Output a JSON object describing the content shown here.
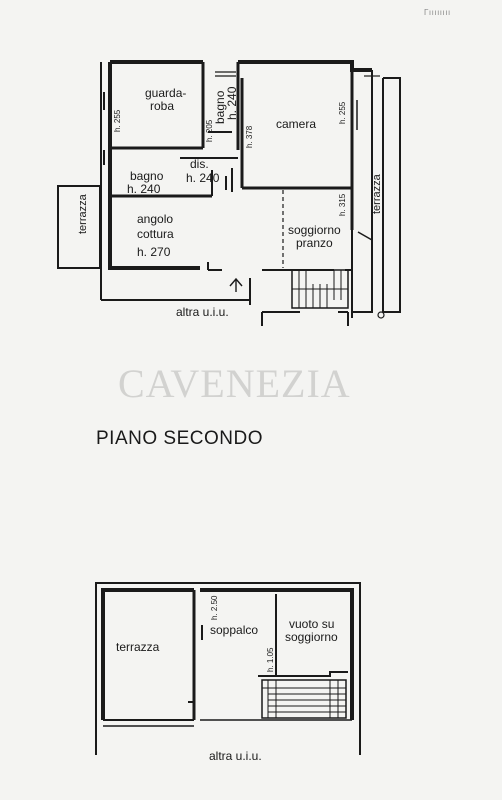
{
  "corner_note": "Γıııııııı",
  "watermark": "CAVENEZIA",
  "section_title": "PIANO SECONDO",
  "upper_plan": {
    "rooms": {
      "guardaroba_line1": "guarda-",
      "guardaroba_line2": "roba",
      "bagno1_line1": "bagno",
      "bagno1_line2": "h. 240",
      "camera": "camera",
      "bagno2_line1": "bagno",
      "bagno2_line2": "h. 240",
      "dis_line1": "dis.",
      "dis_line2": "h. 240",
      "angolo_line1": "angolo",
      "angolo_line2": "cottura",
      "angolo_line3": "h. 270",
      "soggiorno_line1": "soggiorno",
      "soggiorno_line2": "pranzo",
      "terrazza_left": "terrazza",
      "terrazza_right": "terrazza"
    },
    "heights": {
      "h255_left": "h. 255",
      "h205": "h. 205",
      "h378": "h. 378",
      "h255_right": "h. 255",
      "h315": "h. 315"
    },
    "altra_uiu": "altra u.i.u."
  },
  "lower_plan": {
    "terrazza": "terrazza",
    "soppalco": "soppalco",
    "vuoto_line1": "vuoto su",
    "vuoto_line2": "soggiorno",
    "h250": "h. 2.50",
    "h105": "h. 1.05",
    "altra_uiu": "altra u.i.u."
  }
}
